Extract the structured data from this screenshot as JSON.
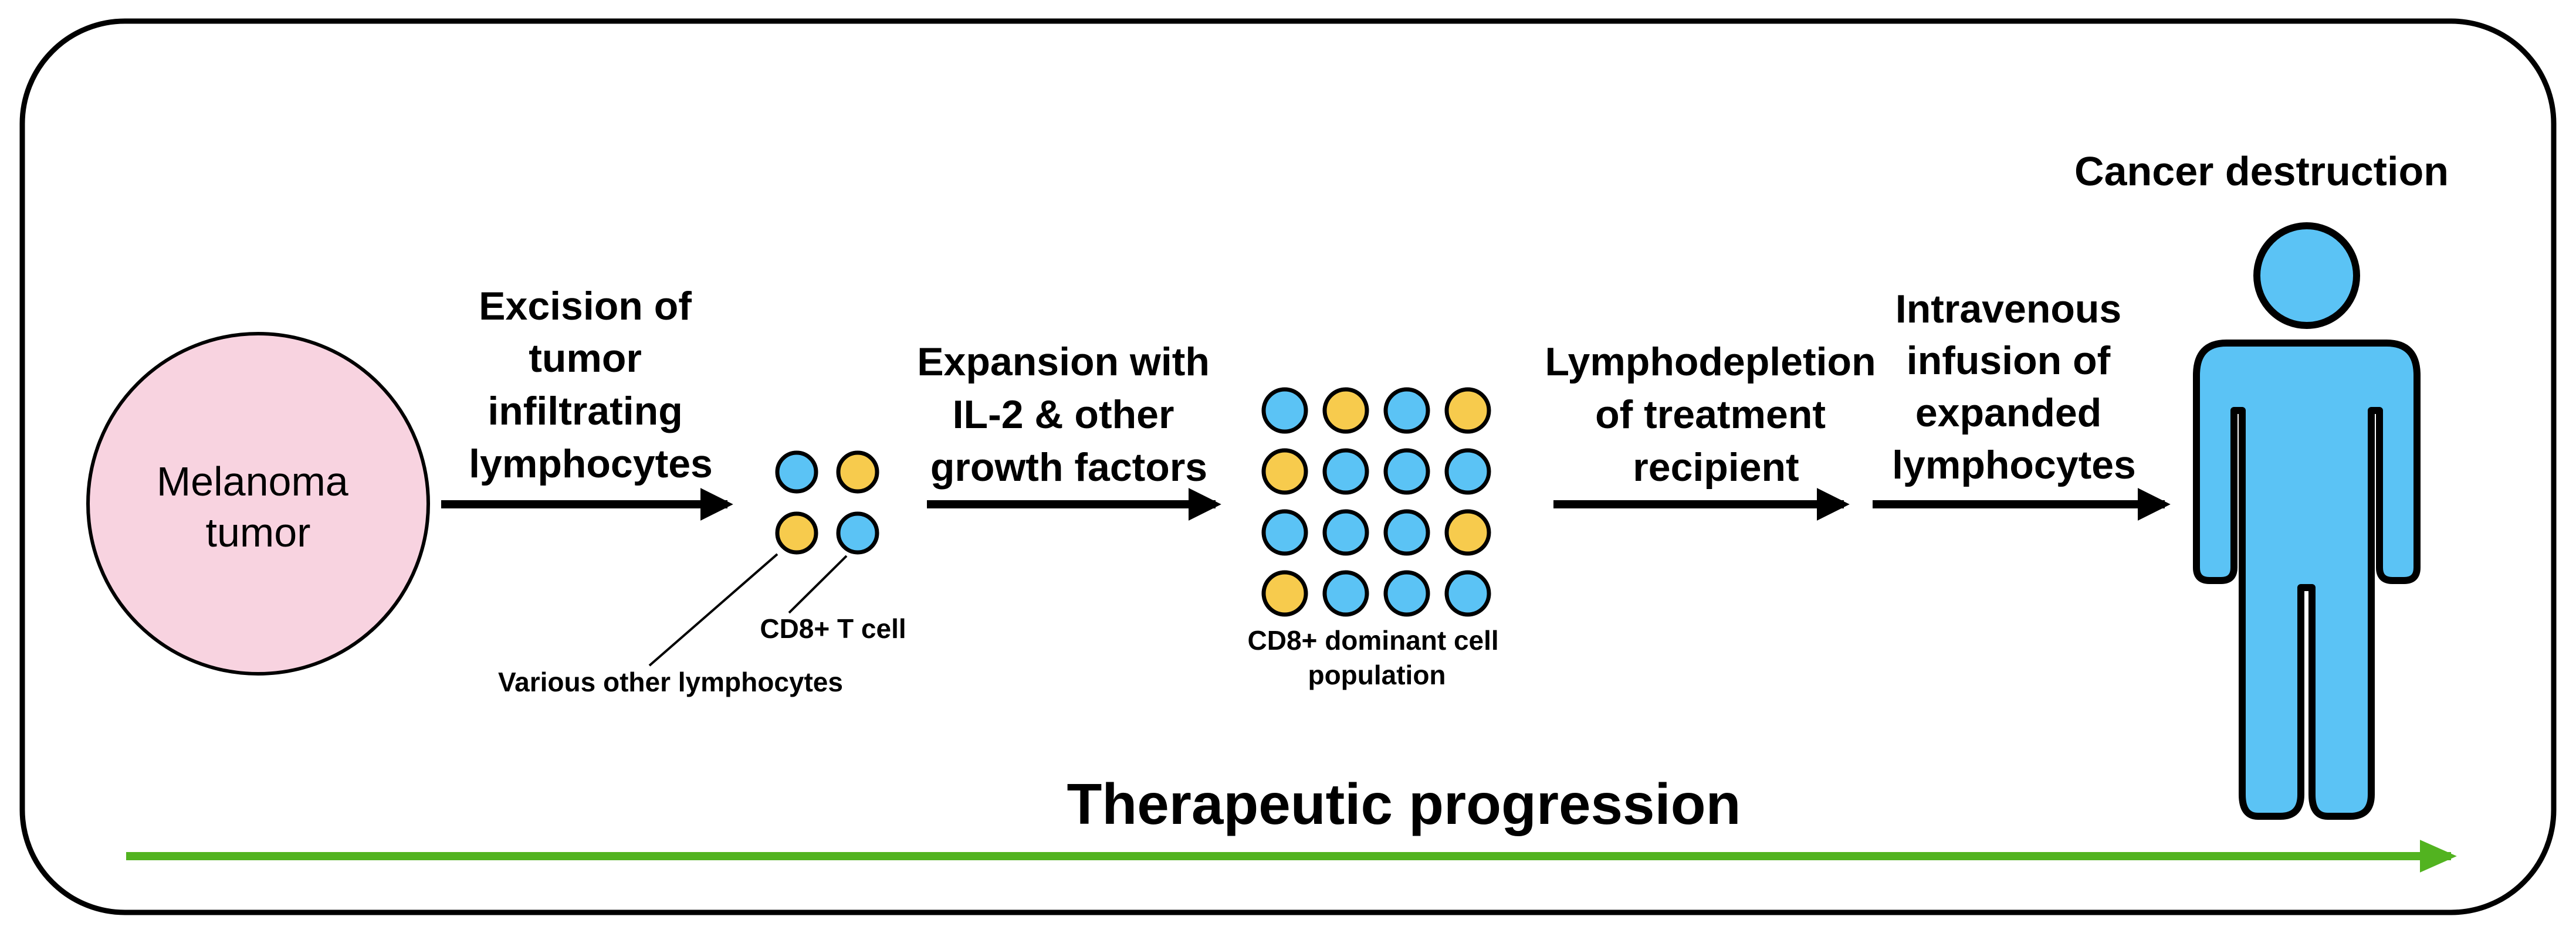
{
  "tumor": {
    "lines": [
      "Melanoma",
      "tumor"
    ],
    "fill": "#f8d3e0"
  },
  "steps": [
    {
      "lines": [
        "Excision of",
        "tumor",
        "infiltrating",
        "lymphocytes"
      ]
    },
    {
      "lines": [
        "Expansion with",
        "IL-2 & other",
        "growth factors"
      ]
    },
    {
      "lines": [
        "Lymphodepletion",
        "of treatment",
        "recipient"
      ]
    },
    {
      "lines": [
        "Intravenous",
        "infusion of",
        "expanded",
        "lymphocytes"
      ]
    }
  ],
  "small_cells": {
    "colors": [
      [
        "blue",
        "yellow"
      ],
      [
        "yellow",
        "blue"
      ]
    ],
    "cd8_label": "CD8+ T cell",
    "other_label": "Various other lymphocytes"
  },
  "expanded_cells": {
    "colors": [
      [
        "blue",
        "yellow",
        "blue",
        "yellow"
      ],
      [
        "yellow",
        "blue",
        "blue",
        "blue"
      ],
      [
        "blue",
        "blue",
        "blue",
        "yellow"
      ],
      [
        "yellow",
        "blue",
        "blue",
        "blue"
      ]
    ],
    "label_lines": [
      "CD8+ dominant cell",
      "population"
    ]
  },
  "outcome": {
    "label": "Cancer destruction",
    "fill": "#5bc3f5"
  },
  "progression": {
    "label": "Therapeutic progression",
    "color": "#52b320"
  },
  "palette": {
    "blue": "#5bc3f5",
    "yellow": "#f7cb4d",
    "stroke": "#000000"
  }
}
